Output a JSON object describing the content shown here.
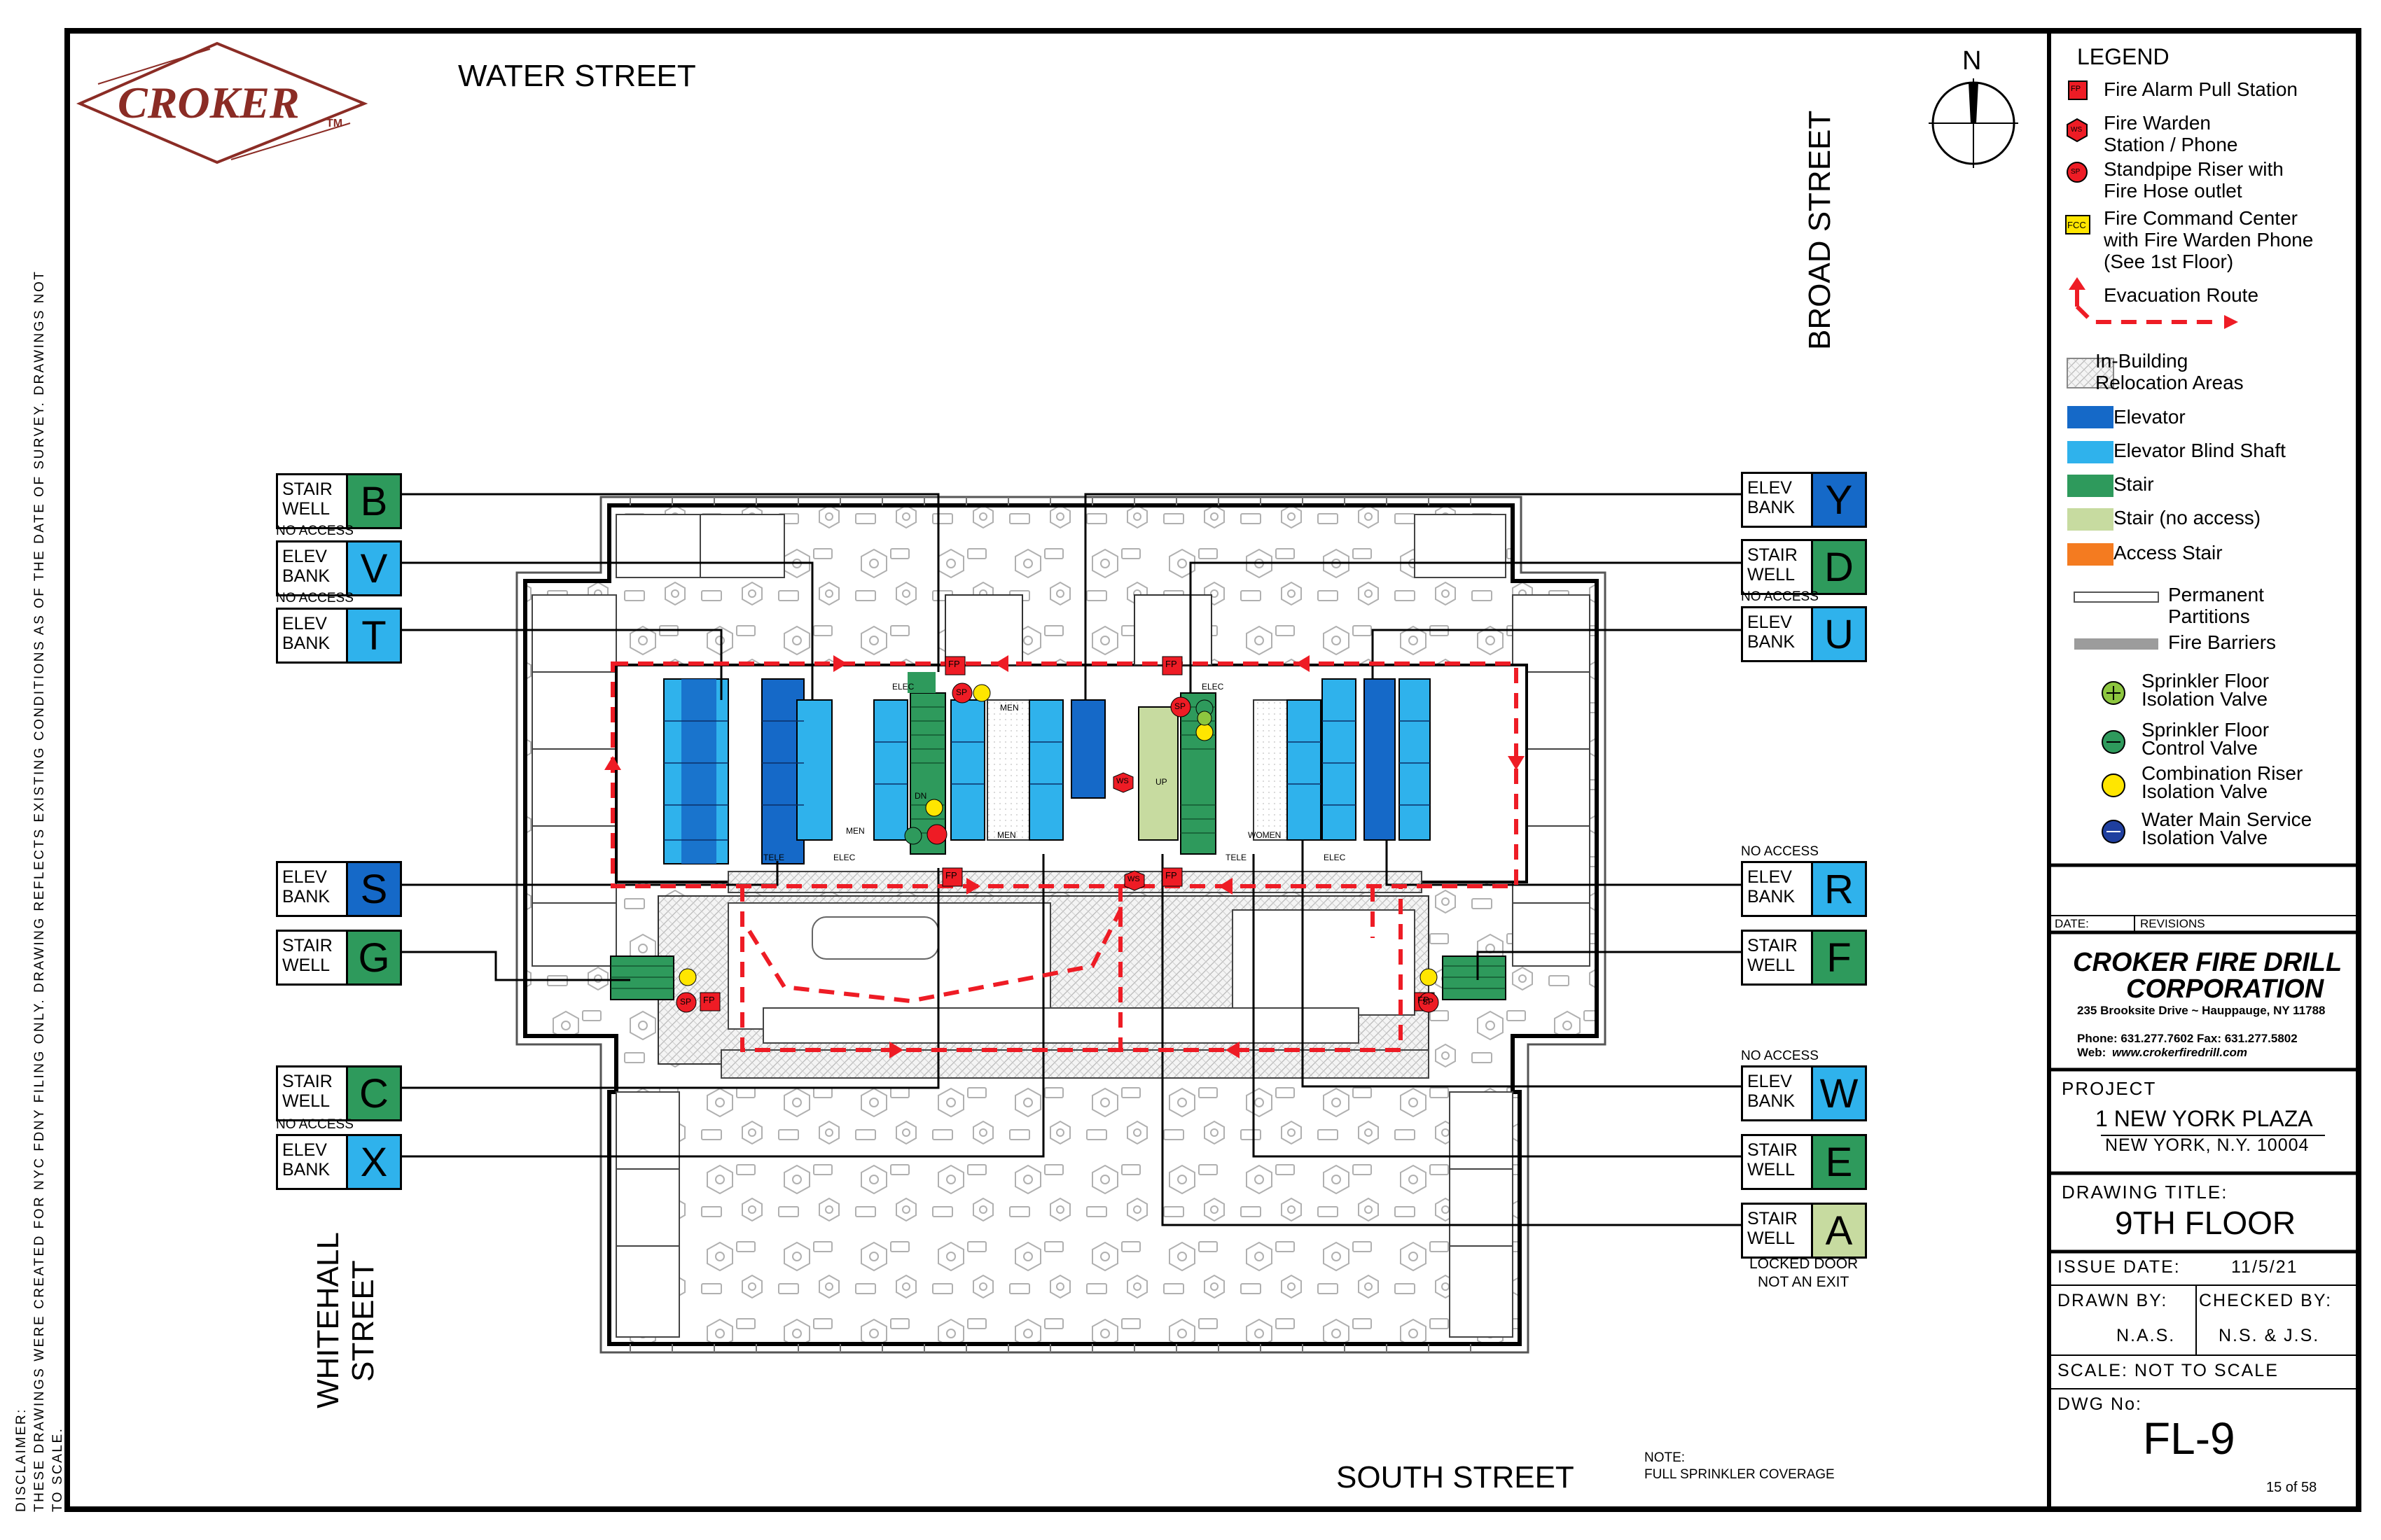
{
  "disclaimer": {
    "heading": "DISCLAIMER:",
    "text": "THESE DRAWINGS WERE CREATED FOR NYC FDNY FILING ONLY. DRAWING REFLECTS EXISTING CONDITIONS AS OF THE DATE OF SURVEY. DRAWINGS NOT TO SCALE."
  },
  "logo": {
    "name": "CROKER",
    "tm": "TM"
  },
  "compass": {
    "north": "N"
  },
  "streets": {
    "north": "WATER STREET",
    "east": "BROAD STREET",
    "south": "SOUTH STREET",
    "west_line1": "WHITEHALL",
    "west_line2": "STREET"
  },
  "note": {
    "title": "NOTE:",
    "text": "FULL SPRINKLER COVERAGE"
  },
  "colors": {
    "elevator": "#1569c8",
    "blind_shaft": "#2fb2ec",
    "stair": "#2e9a5c",
    "stair_no_access": "#c7dba0",
    "access_stair": "#f47b20",
    "evac": "#ee1c25",
    "valve_green": "#8dc63f",
    "valve_yellow": "#ffe600",
    "valve_blue": "#1f3f9f"
  },
  "left_labels": [
    {
      "id": "B",
      "type_line1": "STAIR",
      "type_line2": "WELL",
      "kind": "stair",
      "no_access": false
    },
    {
      "id": "V",
      "type_line1": "ELEV",
      "type_line2": "BANK",
      "kind": "blind",
      "no_access": true
    },
    {
      "id": "T",
      "type_line1": "ELEV",
      "type_line2": "BANK",
      "kind": "blind",
      "no_access": true
    },
    {
      "id": "S",
      "type_line1": "ELEV",
      "type_line2": "BANK",
      "kind": "elevator",
      "no_access": false
    },
    {
      "id": "G",
      "type_line1": "STAIR",
      "type_line2": "WELL",
      "kind": "stair",
      "no_access": false
    },
    {
      "id": "C",
      "type_line1": "STAIR",
      "type_line2": "WELL",
      "kind": "stair",
      "no_access": false
    },
    {
      "id": "X",
      "type_line1": "ELEV",
      "type_line2": "BANK",
      "kind": "blind",
      "no_access": true
    }
  ],
  "right_labels": [
    {
      "id": "Y",
      "type_line1": "ELEV",
      "type_line2": "BANK",
      "kind": "elevator",
      "no_access": false
    },
    {
      "id": "D",
      "type_line1": "STAIR",
      "type_line2": "WELL",
      "kind": "stair",
      "no_access": false
    },
    {
      "id": "U",
      "type_line1": "ELEV",
      "type_line2": "BANK",
      "kind": "blind",
      "no_access": true
    },
    {
      "id": "R",
      "type_line1": "ELEV",
      "type_line2": "BANK",
      "kind": "blind",
      "no_access": true
    },
    {
      "id": "F",
      "type_line1": "STAIR",
      "type_line2": "WELL",
      "kind": "stair",
      "no_access": false
    },
    {
      "id": "W",
      "type_line1": "ELEV",
      "type_line2": "BANK",
      "kind": "blind",
      "no_access": true
    },
    {
      "id": "E",
      "type_line1": "STAIR",
      "type_line2": "WELL",
      "kind": "stair",
      "no_access": false
    },
    {
      "id": "A",
      "type_line1": "STAIR",
      "type_line2": "WELL",
      "kind": "stair_no_access",
      "no_access": false
    }
  ],
  "no_access_text": "NO ACCESS",
  "locked_door": {
    "line1": "LOCKED DOOR",
    "line2": "NOT AN EXIT"
  },
  "plan_labels": {
    "men": "MEN",
    "women": "WOMEN",
    "elec": "ELEC",
    "tele": "TELE",
    "fp": "FP",
    "sp": "SP",
    "ws": "WS",
    "up": "UP",
    "dn": "DN"
  },
  "legend": {
    "title": "LEGEND",
    "items": [
      {
        "key": "fp",
        "symbol": "FP",
        "line1": "Fire Alarm Pull Station",
        "line2": ""
      },
      {
        "key": "ws",
        "symbol": "WS",
        "line1": "Fire Warden",
        "line2": "Station / Phone"
      },
      {
        "key": "sp",
        "symbol": "SP",
        "line1": "Standpipe Riser with",
        "line2": "Fire Hose outlet"
      },
      {
        "key": "fcc",
        "symbol": "FCC",
        "line1": "Fire Command Center",
        "line2": "with Fire Warden Phone",
        "line3": "(See 1st Floor)"
      },
      {
        "key": "evac",
        "line1": "Evacuation  Route"
      },
      {
        "key": "reloc",
        "line1": "In-Building",
        "line2": "Relocation Areas"
      },
      {
        "key": "elevator",
        "line1": "Elevator"
      },
      {
        "key": "blind",
        "line1": "Elevator Blind Shaft"
      },
      {
        "key": "stair",
        "line1": "Stair"
      },
      {
        "key": "stair_na",
        "line1": "Stair (no access)"
      },
      {
        "key": "access",
        "line1": "Access Stair"
      },
      {
        "key": "perm",
        "line1": "Permanent",
        "line2": "Partitions"
      },
      {
        "key": "fire",
        "line1": "Fire Barriers"
      },
      {
        "key": "v1",
        "line1": "Sprinkler Floor",
        "line2": "Isolation Valve"
      },
      {
        "key": "v2",
        "line1": "Sprinkler Floor",
        "line2": "Control Valve"
      },
      {
        "key": "v3",
        "line1": "Combination Riser",
        "line2": "Isolation Valve"
      },
      {
        "key": "v4",
        "line1": "Water Main Service",
        "line2": "Isolation Valve"
      }
    ]
  },
  "title_block": {
    "date_label": "DATE:",
    "revisions_label": "REVISIONS",
    "company_line1": "CROKER FIRE DRILL",
    "company_line2": "CORPORATION",
    "address": "235 Brooksite Drive ~ Hauppauge, NY 11788",
    "phone": "Phone: 631.277.7602  Fax: 631.277.5802",
    "web_label": "Web:",
    "web": "www.crokerfiredrill.com",
    "project_label": "PROJECT",
    "project_name": "1 NEW YORK PLAZA",
    "project_city": "NEW YORK, N.Y. 10004",
    "drawing_title_label": "DRAWING TITLE:",
    "drawing_title": "9TH FLOOR",
    "issue_date_label": "ISSUE DATE:",
    "issue_date": "11/5/21",
    "drawn_by_label": "DRAWN BY:",
    "drawn_by": "N.A.S.",
    "checked_by_label": "CHECKED BY:",
    "checked_by": "N.S. & J.S.",
    "scale": "SCALE: NOT TO SCALE",
    "dwg_label": "DWG No:",
    "dwg_no": "FL-9",
    "sheet": "15 of 58"
  }
}
